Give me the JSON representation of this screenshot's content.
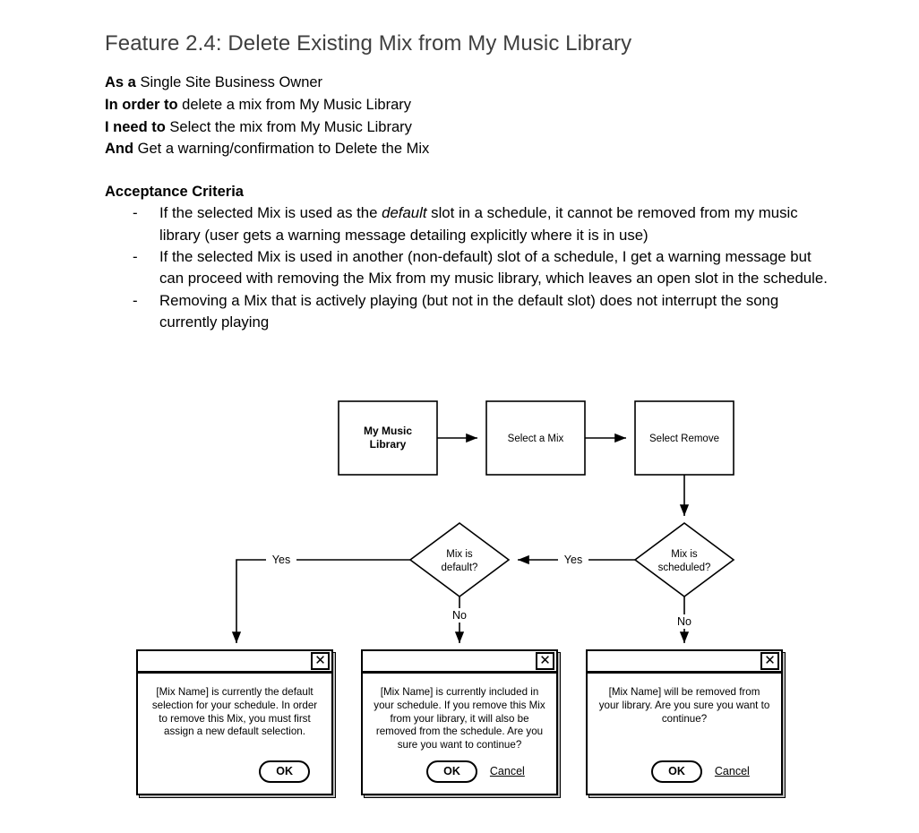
{
  "document": {
    "feature_title": "Feature 2.4: Delete Existing Mix from My Music Library",
    "story": [
      {
        "lead": "As a ",
        "rest": "Single Site Business Owner"
      },
      {
        "lead": "In order to ",
        "rest": "delete a mix from My Music Library"
      },
      {
        "lead": "I need to ",
        "rest": "Select the mix from My Music Library"
      },
      {
        "lead": "And ",
        "rest": "Get a warning/confirmation to Delete the Mix"
      }
    ],
    "acceptance_heading": "Acceptance Criteria",
    "bullet_marker": "-",
    "acceptance_criteria": [
      {
        "pre": "If the selected Mix is used as the ",
        "em": "default",
        "post": " slot in a schedule, it cannot be removed from my music library (user gets a warning message detailing explicitly where it is in use)"
      },
      {
        "pre": "If the selected Mix is used in another (non-default) slot of a schedule, I get a warning message but can proceed with removing the Mix from my music library, which leaves an open slot in the schedule.",
        "em": "",
        "post": ""
      },
      {
        "pre": "Removing a Mix that is actively playing (but not in the default slot) does not interrupt the song currently playing",
        "em": "",
        "post": ""
      }
    ]
  },
  "flowchart": {
    "nodes": {
      "my_music_library_line1": "My Music",
      "my_music_library_line2": "Library",
      "select_a_mix": "Select a Mix",
      "select_remove": "Select Remove",
      "mix_is_default_line1": "Mix is",
      "mix_is_default_line2": "default?",
      "mix_is_scheduled_line1": "Mix is",
      "mix_is_scheduled_line2": "scheduled?"
    },
    "edge_labels": {
      "scheduled_yes": "Yes",
      "default_yes": "Yes",
      "default_no": "No",
      "scheduled_no": "No"
    }
  },
  "dialogs": [
    {
      "close_label": "✕",
      "body_lines": [
        "[Mix Name] is currently the default",
        "selection for your schedule. In order",
        "to remove this Mix, you must first",
        "assign a new default selection."
      ],
      "ok_label": "OK",
      "cancel_label": ""
    },
    {
      "close_label": "✕",
      "body_lines": [
        "[Mix Name] is currently included in",
        "your schedule. If you remove this Mix",
        "from your library, it will also be",
        "removed from the schedule. Are you",
        "sure you want to continue?"
      ],
      "ok_label": "OK",
      "cancel_label": "Cancel"
    },
    {
      "close_label": "✕",
      "body_lines": [
        "[Mix Name] will be removed from",
        "your library. Are you sure you want to",
        "continue?"
      ],
      "ok_label": "OK",
      "cancel_label": "Cancel"
    }
  ]
}
